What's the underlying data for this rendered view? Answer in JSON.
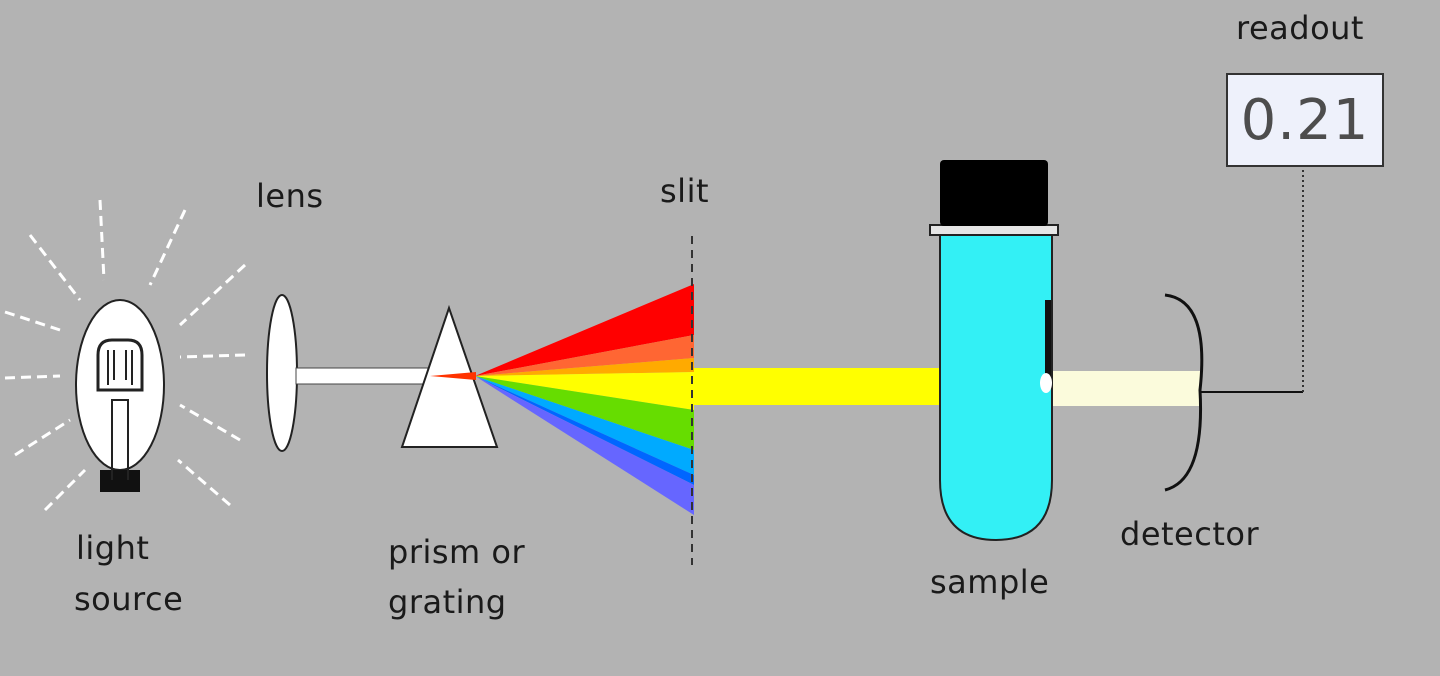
{
  "labels": {
    "readout": "readout",
    "lens": "lens",
    "slit": "slit",
    "light_source_line1": "light",
    "light_source_line2": "source",
    "prism_line1": "prism or",
    "prism_line2": "grating",
    "sample": "sample",
    "detector": "detector"
  },
  "readout_value": "0.21",
  "colors": {
    "background": "#b3b3b3",
    "beam_white": "#ffffff",
    "beam_yellow": "#ffff00",
    "beam_transmitted": "#fbfbdc",
    "sample_liquid": "#33f0f5",
    "tube_cap": "#000000",
    "spectrum": [
      "#ff0000",
      "#ff6633",
      "#ffaa00",
      "#ffff00",
      "#66ff00",
      "#00cc00",
      "#0066ff",
      "#6666ff"
    ]
  }
}
